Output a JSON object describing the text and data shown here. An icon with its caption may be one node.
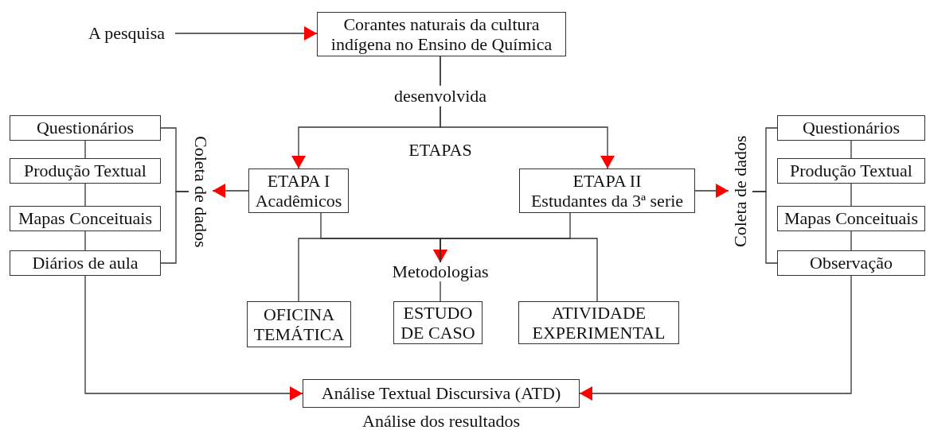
{
  "diagram": {
    "nodes": [
      {
        "text": [
          "A pesquisa"
        ]
      },
      {
        "text": [
          "Corantes naturais da cultura indígena no Ensino de Química"
        ]
      },
      {
        "text": [
          "ETAPA I",
          "Acadêmicos"
        ]
      },
      {
        "text": [
          "ETAPA II",
          "Estudantes da 3ª serie"
        ]
      },
      {
        "text": [
          "Coleta de dados"
        ]
      },
      {
        "text": [
          "Questionários"
        ]
      },
      {
        "text": [
          "Produção Textual"
        ]
      },
      {
        "text": [
          "Mapas Conceituais"
        ]
      },
      {
        "text": [
          "Diários de aula"
        ]
      },
      {
        "text": [
          "Coleta de dados"
        ]
      },
      {
        "text": [
          "Questionários"
        ]
      },
      {
        "text": [
          "Produção Textual"
        ]
      },
      {
        "text": [
          "Mapas Conceituais"
        ]
      },
      {
        "text": [
          "Observação"
        ]
      },
      {
        "text": [
          "Metodologias"
        ]
      },
      {
        "text": [
          "OFICINA TEMÁTICA"
        ]
      },
      {
        "text": [
          "ESTUDO DE CASO"
        ]
      },
      {
        "text": [
          "ATIVIDADE EXPERIMENTAL"
        ]
      },
      {
        "text": [
          "Análise Textual Discursiva (ATD)"
        ],
        "beside": [
          "Análise dos resultados"
        ]
      }
    ],
    "edges": [
      {
        "from": 0,
        "to": 1,
        "arrow": "to"
      },
      {
        "from": 1,
        "to": 2,
        "arrow": "to",
        "label": "desenvolvida"
      },
      {
        "from": 1,
        "to": 3,
        "arrow": "to"
      },
      {
        "from": 2,
        "to": 4,
        "arrow": "to"
      },
      {
        "from": 3,
        "to": 9,
        "arrow": "to"
      },
      {
        "from": 4,
        "to": 5,
        "arrow": "none"
      },
      {
        "from": 4,
        "to": 8,
        "arrow": "none"
      },
      {
        "from": 5,
        "to": 6,
        "arrow": "none"
      },
      {
        "from": 6,
        "to": 7,
        "arrow": "none"
      },
      {
        "from": 7,
        "to": 8,
        "arrow": "none"
      },
      {
        "from": 9,
        "to": 10,
        "arrow": "none"
      },
      {
        "from": 9,
        "to": 13,
        "arrow": "none"
      },
      {
        "from": 10,
        "to": 11,
        "arrow": "none"
      },
      {
        "from": 11,
        "to": 12,
        "arrow": "none"
      },
      {
        "from": 12,
        "to": 13,
        "arrow": "none"
      },
      {
        "from": 2,
        "to": 14,
        "arrow": "to"
      },
      {
        "from": 3,
        "to": 14,
        "arrow": "to"
      },
      {
        "from": 14,
        "to": 15,
        "arrow": "none"
      },
      {
        "from": 14,
        "to": 16,
        "arrow": "none"
      },
      {
        "from": 14,
        "to": 17,
        "arrow": "none"
      },
      {
        "from": 8,
        "to": 18,
        "arrow": "to"
      },
      {
        "from": 13,
        "to": 18,
        "arrow": "to"
      }
    ],
    "labels": [
      "ETAPAS"
    ]
  }
}
